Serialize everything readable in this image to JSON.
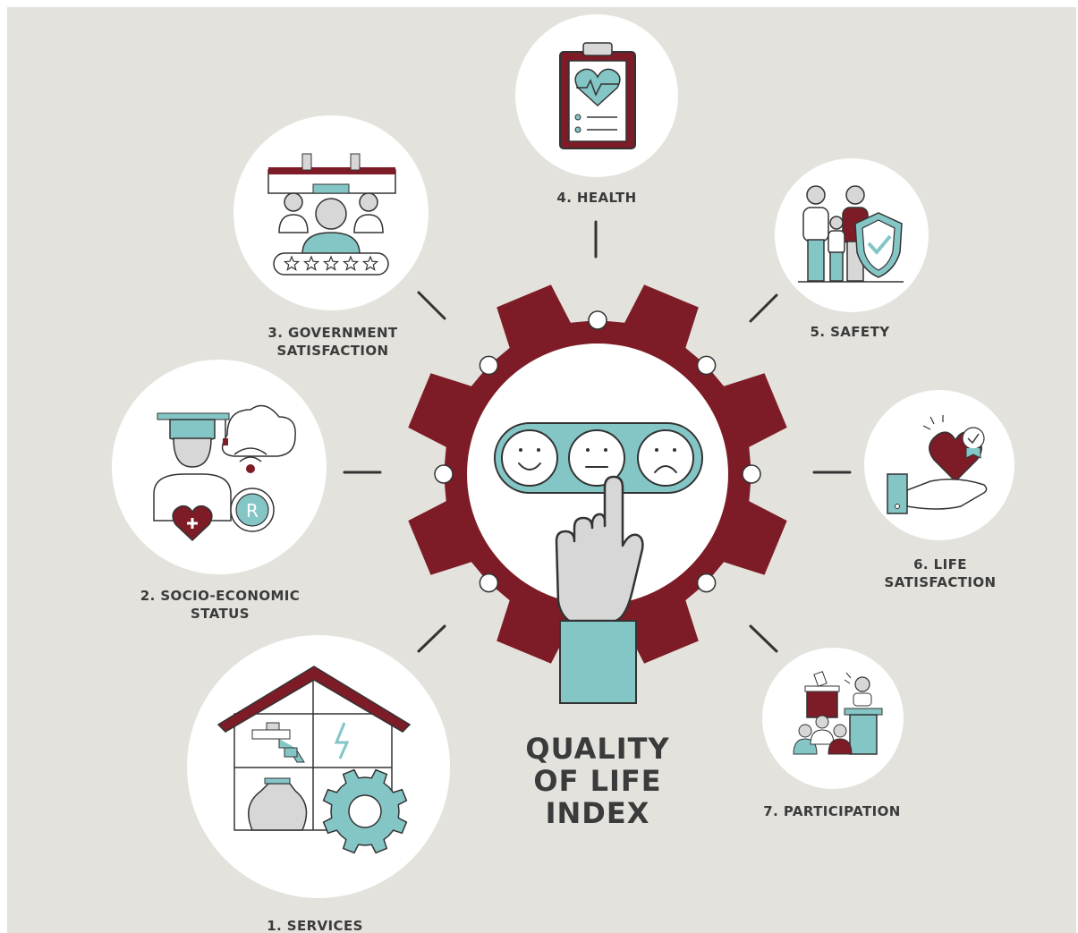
{
  "title": [
    "QUALITY",
    "OF LIFE",
    "INDEX"
  ],
  "categories": [
    {
      "id": "services",
      "lines": [
        "1. SERVICES"
      ]
    },
    {
      "id": "socio-economic-status",
      "lines": [
        "2. SOCIO-ECONOMIC",
        "STATUS"
      ]
    },
    {
      "id": "government-satisfaction",
      "lines": [
        "3. GOVERNMENT",
        "SATISFACTION"
      ]
    },
    {
      "id": "health",
      "lines": [
        "4. HEALTH"
      ]
    },
    {
      "id": "safety",
      "lines": [
        "5. SAFETY"
      ]
    },
    {
      "id": "life-satisfaction",
      "lines": [
        "6. LIFE",
        "SATISFACTION"
      ]
    },
    {
      "id": "participation",
      "lines": [
        "7. PARTICIPATION"
      ]
    }
  ],
  "colors": {
    "background": "#e4e2dc",
    "maroon": "#7d1c26",
    "teal": "#84c5c6",
    "gray": "#d7d7d7",
    "stroke": "#3a3a3a",
    "white": "#ffffff",
    "text": "#3b3b3b"
  },
  "icons": [
    "house-services-icon",
    "graduate-cloud-icon",
    "government-rating-icon",
    "clipboard-heart-icon",
    "family-shield-icon",
    "hand-heart-icon",
    "voting-speaker-icon",
    "gear-icon",
    "smiley-rating-icon",
    "pointing-hand-icon"
  ]
}
